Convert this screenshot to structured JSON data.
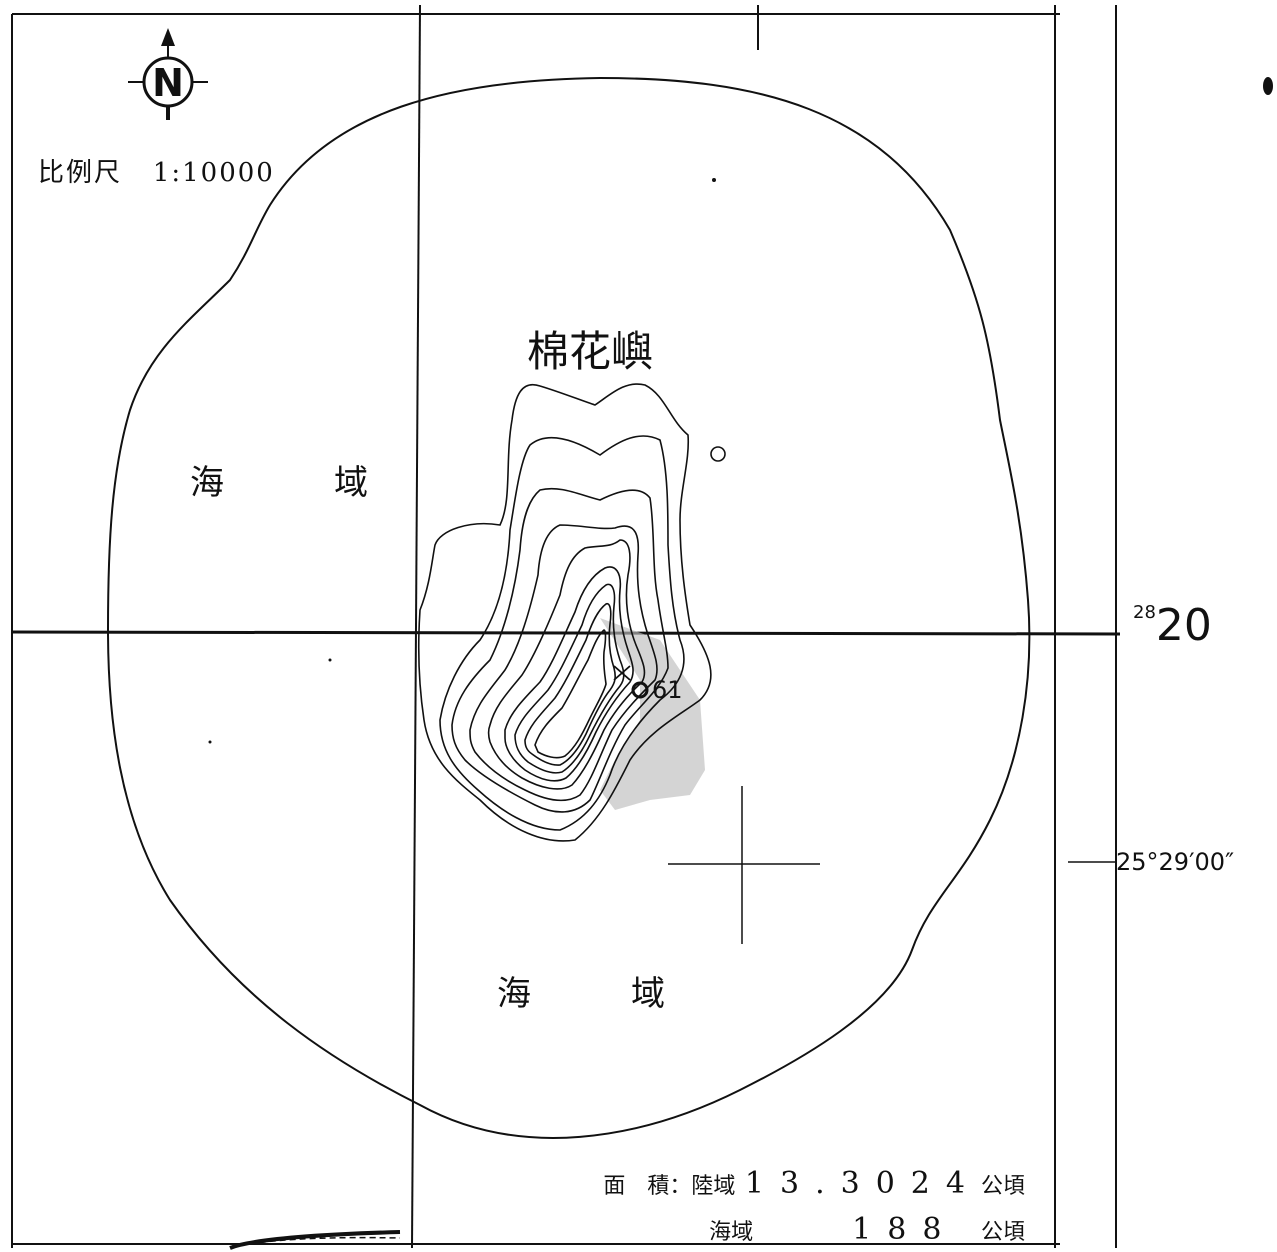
{
  "north_label": "N",
  "scale": {
    "label": "比例尺",
    "value": "1:10000"
  },
  "island_name": "棉花嶼",
  "sea_labels": [
    {
      "a": "海",
      "b": "域"
    },
    {
      "a": "海",
      "b": "域"
    }
  ],
  "grid_easting": {
    "prefix": "28",
    "value": "20"
  },
  "latitude": "25°29′00″",
  "area": {
    "label": "面　積：",
    "land_label": "陸域",
    "land_value": "13.3024",
    "sea_label": "海域",
    "sea_value": "188",
    "unit": "公頃"
  },
  "summit_label": "61"
}
